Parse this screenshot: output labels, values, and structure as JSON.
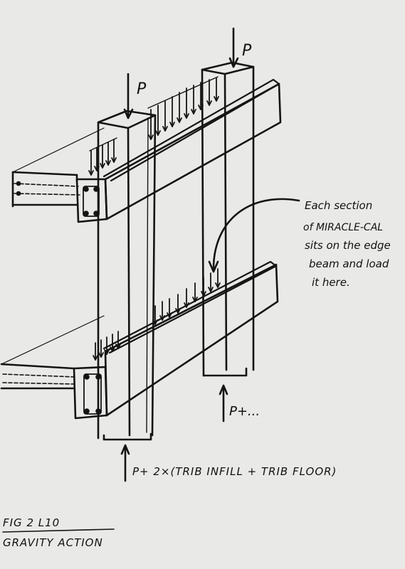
{
  "labels": {
    "load_top_left": "P",
    "load_top_right": "P",
    "note_lines": [
      "Each section",
      "of MIRACLE-CAL",
      "sits on the edge",
      "beam and load",
      "it here."
    ],
    "reaction_right": "P+...",
    "reaction_bottom": "P+ 2×(TRIB INFILL + TRIB FLOOR)",
    "fig_number": "FIG 2  L10",
    "fig_title": "GRAVITY ACTION"
  },
  "colors": {
    "paper": "#e9e9e7",
    "ink": "#141414"
  }
}
